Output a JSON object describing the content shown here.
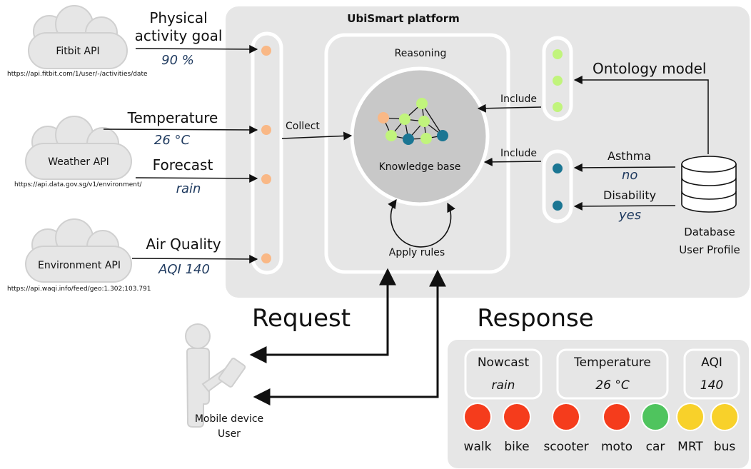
{
  "platform_title": "UbiSmart platform",
  "reasoning_title": "Reasoning",
  "knowledge_base_label": "Knowledge base",
  "apply_rules_label": "Apply rules",
  "collect_label": "Collect",
  "include_top_label": "Include",
  "include_bottom_label": "Include",
  "ontology_label": "Ontology model",
  "database": {
    "line1": "Database",
    "line2": "User Profile"
  },
  "profile": {
    "asthma_label": "Asthma",
    "asthma_value": "no",
    "disability_label": "Disability",
    "disability_value": "yes"
  },
  "apis": {
    "fitbit": {
      "name": "Fitbit API",
      "url": "https://api.fitbit.com/1/user/-/activities/date",
      "metric_line1": "Physical",
      "metric_line2": "activity goal",
      "value": "90 %"
    },
    "weather": {
      "name": "Weather API",
      "url": "https://api.data.gov.sg/v1/environment/",
      "metric1": "Temperature",
      "value1": "26 °C",
      "metric2": "Forecast",
      "value2": "rain"
    },
    "environment": {
      "name": "Environment API",
      "url": "https://api.waqi.info/feed/geo:1.302;103.791",
      "metric": "Air Quality",
      "value": "AQI 140"
    }
  },
  "request_label": "Request",
  "response_label": "Response",
  "user": {
    "line1": "Mobile device",
    "line2": "User"
  },
  "response_panel": {
    "nowcast_title": "Nowcast",
    "nowcast_value": "rain",
    "temperature_title": "Temperature",
    "temperature_value": "26 °C",
    "aqi_title": "AQI",
    "aqi_value": "140"
  },
  "transport": [
    {
      "label": "walk",
      "status": "red"
    },
    {
      "label": "bike",
      "status": "red"
    },
    {
      "label": "scooter",
      "status": "red"
    },
    {
      "label": "moto",
      "status": "red"
    },
    {
      "label": "car",
      "status": "green"
    },
    {
      "label": "MRT",
      "status": "yellow"
    },
    {
      "label": "bus",
      "status": "yellow"
    }
  ],
  "colors": {
    "platform_bg": "#e6e6e6",
    "orange_dot": "#f9b886",
    "green_dot": "#c1f47c",
    "teal_dot": "#1b7693",
    "status_red": "#f53c1c",
    "status_green": "#4fc45e",
    "status_yellow": "#f8d12a",
    "value_text": "#1f3a5f"
  }
}
